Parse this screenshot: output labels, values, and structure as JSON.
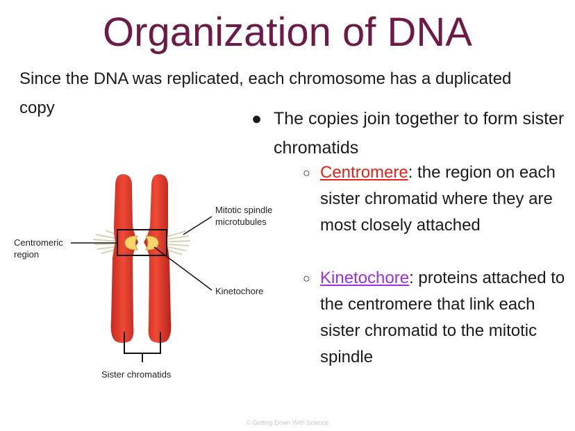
{
  "title": "Organization of DNA",
  "intro": "Since the DNA was replicated, each chromosome has a duplicated copy",
  "bullet": {
    "marker": "●",
    "text": "The copies join together to form sister chromatids"
  },
  "sub_bullets": [
    {
      "marker": "○",
      "term": "Centromere",
      "term_color": "#e2231a",
      "text": ": the region on each sister chromatid where they are most closely attached"
    },
    {
      "marker": "○",
      "term": "Kinetochore",
      "term_color": "#9b30e0",
      "text": ": proteins attached to the centromere that link each sister chromatid to the mitotic spindle"
    }
  ],
  "diagram": {
    "labels": {
      "spindle_line1": "Mitotic spindle",
      "spindle_line2": "microtubules",
      "centromeric_line1": "Centromeric",
      "centromeric_line2": "region",
      "kinetochore": "Kinetochore",
      "sister": "Sister chromatids"
    },
    "colors": {
      "chromatid": "#e03424",
      "chromatid_dark": "#b8231a",
      "kinetochore": "#f6d56a",
      "spindle": "#d8d2b4"
    }
  },
  "footer": "© Getting Down With Science"
}
